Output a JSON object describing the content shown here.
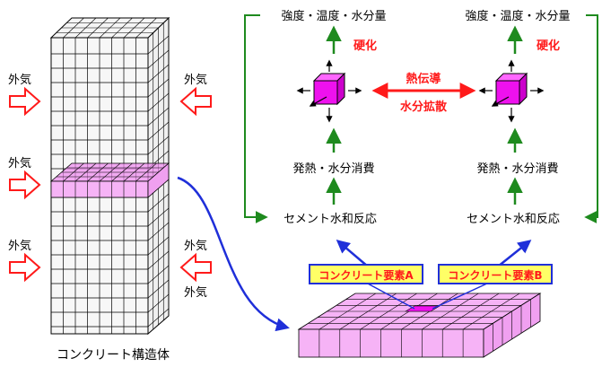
{
  "left": {
    "outside_air_labels": [
      "外気",
      "外気",
      "外気",
      "外気",
      "外気",
      "外気"
    ],
    "structure_caption": "コンクリート構造体"
  },
  "right": {
    "element_a": {
      "output": "強度・温度・水分量",
      "heat": "発熱・水分消費",
      "reaction": "セメント水和反応",
      "label": "コンクリート要素A"
    },
    "element_b": {
      "output": "強度・温度・水分量",
      "heat": "発熱・水分消費",
      "reaction": "セメント水和反応",
      "label": "コンクリート要素B"
    },
    "hardening_labels": [
      "硬化",
      "硬化"
    ],
    "exchange_top": "熱伝導",
    "exchange_bottom": "水分拡散"
  },
  "colors": {
    "green": "#1e8a1e",
    "red": "#ff1a1a",
    "magenta": "#ee11ee",
    "pink": "#f6b3f6",
    "blue": "#1f2fd9",
    "label_bg": "#ffff66"
  }
}
